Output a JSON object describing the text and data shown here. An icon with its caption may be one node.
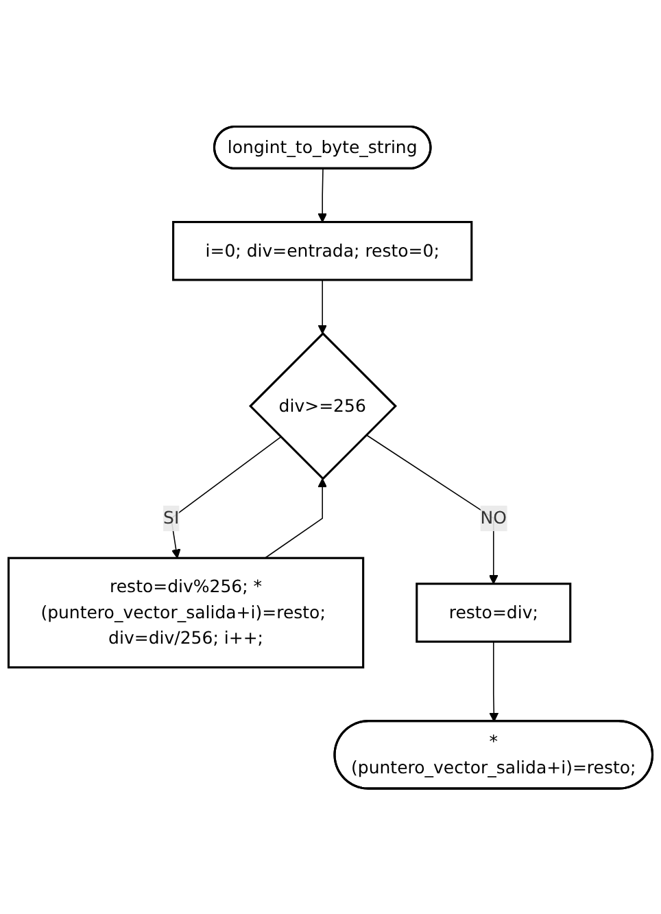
{
  "diagram": {
    "nodes": [
      {
        "text": [
          "longint_to_byte_string"
        ]
      },
      {
        "text": [
          "i=0; div=entrada; resto=0;"
        ]
      },
      {
        "text": [
          "div>=256"
        ]
      },
      {
        "text": [
          "resto=div%256; *(puntero_vector_salida+i)=resto; div=div/256; i++;"
        ]
      },
      {
        "text": [
          "resto=div;"
        ]
      },
      {
        "text": [
          "*(puntero_vector_salida+i)=resto;"
        ]
      }
    ],
    "edges": [
      {
        "from": 0,
        "to": 1,
        "arrow": "to"
      },
      {
        "from": 1,
        "to": 2,
        "arrow": "to"
      },
      {
        "from": 2,
        "to": 3,
        "arrow": "to",
        "label": "SI"
      },
      {
        "from": 3,
        "to": 2,
        "arrow": "to"
      },
      {
        "from": 2,
        "to": 4,
        "arrow": "to",
        "label": "NO"
      },
      {
        "from": 4,
        "to": 5,
        "arrow": "to"
      }
    ]
  }
}
